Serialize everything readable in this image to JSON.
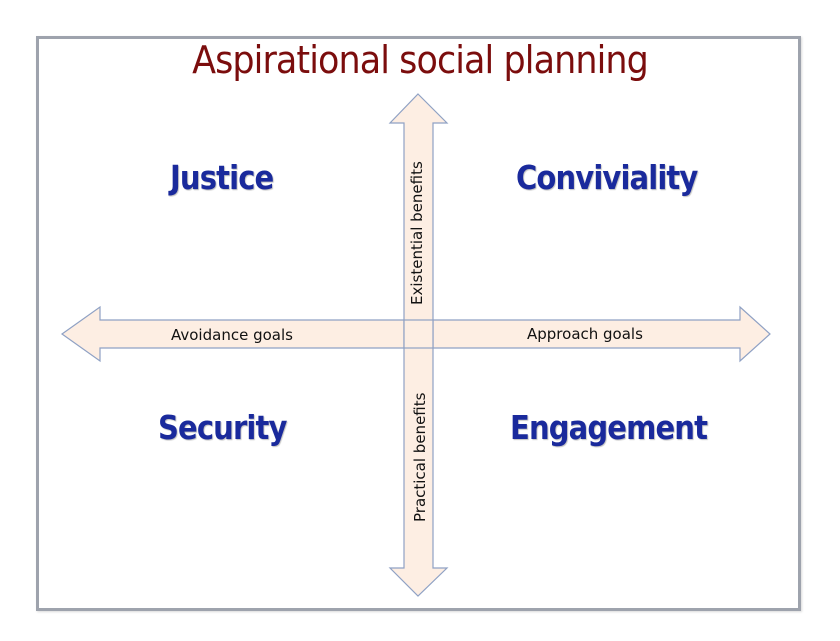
{
  "diagram": {
    "title": "Aspirational social planning",
    "quadrants": {
      "top_left": "Justice",
      "top_right": "Conviviality",
      "bottom_left": "Security",
      "bottom_right": "Engagement"
    },
    "axes": {
      "left": "Avoidance goals",
      "right": "Approach goals",
      "up": "Existential benefits",
      "down": "Practical benefits"
    },
    "colors": {
      "title": "#7b0d0d",
      "quadrant_text": "#1a2a9c",
      "arrow_fill": "#fdeee3",
      "arrow_stroke": "#8fa1c4",
      "frame": "#9ea3ad"
    }
  }
}
